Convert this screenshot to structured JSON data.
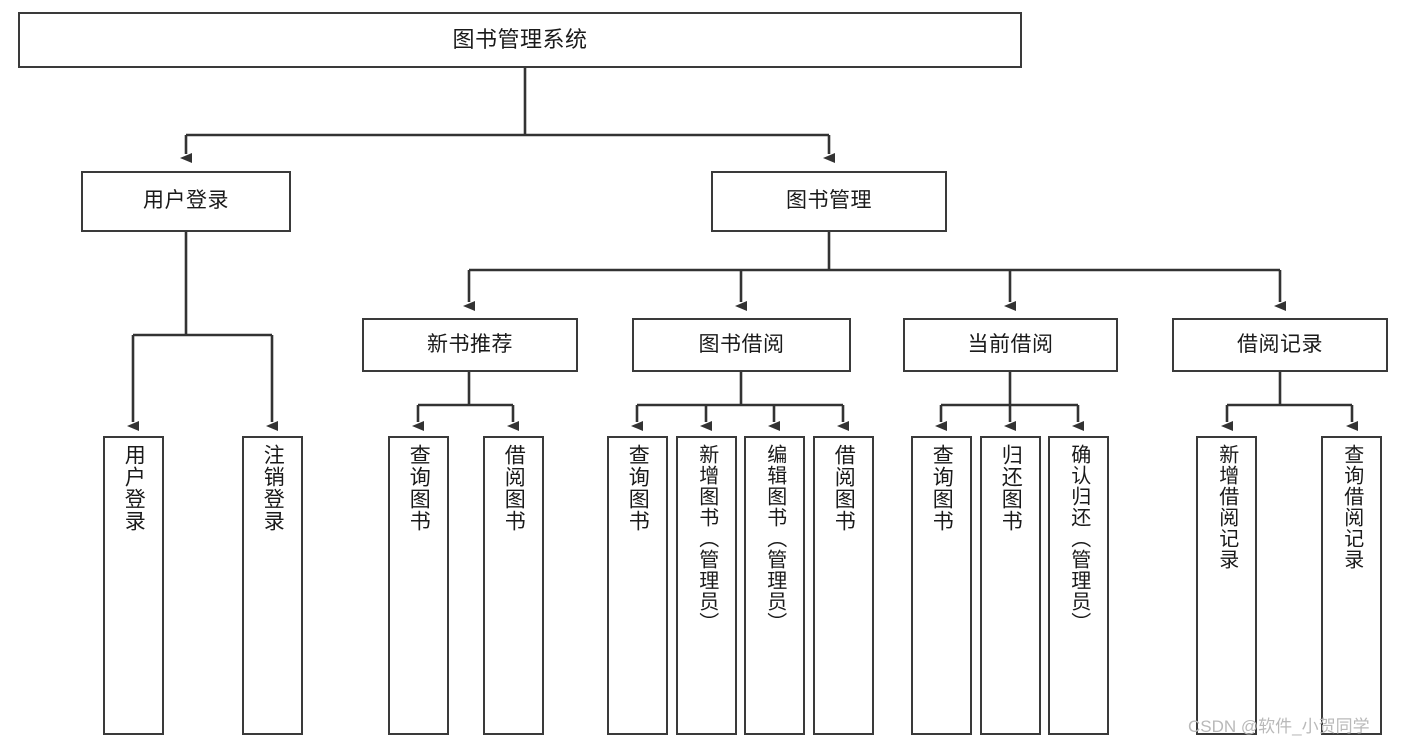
{
  "diagram": {
    "title": "图书管理系统",
    "type": "hierarchy-tree",
    "orientation": "top-down",
    "colors": {
      "border": "#3a3a3a",
      "fill": "#ffffff",
      "text": "#1a1a1a",
      "connector": "#333333",
      "watermark": "#b9b9b9"
    },
    "watermark": "CSDN @软件_小贺同学",
    "root": {
      "label": "图书管理系统"
    },
    "level2": [
      {
        "id": "user-login",
        "label": "用户登录"
      },
      {
        "id": "book-manage",
        "label": "图书管理"
      }
    ],
    "level3": [
      {
        "id": "new-book-recommend",
        "label": "新书推荐",
        "parent": "book-manage"
      },
      {
        "id": "book-borrow",
        "label": "图书借阅",
        "parent": "book-manage"
      },
      {
        "id": "current-borrow",
        "label": "当前借阅",
        "parent": "book-manage"
      },
      {
        "id": "borrow-record",
        "label": "借阅记录",
        "parent": "book-manage"
      }
    ],
    "leaves": [
      {
        "id": "leaf-user-login",
        "label": "用户登录",
        "parent": "user-login"
      },
      {
        "id": "leaf-logout",
        "label": "注销登录",
        "parent": "user-login"
      },
      {
        "id": "leaf-query-book-1",
        "label": "查询图书",
        "parent": "new-book-recommend"
      },
      {
        "id": "leaf-borrow-book-1",
        "label": "借阅图书",
        "parent": "new-book-recommend"
      },
      {
        "id": "leaf-query-book-2",
        "label": "查询图书",
        "parent": "book-borrow"
      },
      {
        "id": "leaf-add-book",
        "label": "新增图书（管理员）",
        "parent": "book-borrow"
      },
      {
        "id": "leaf-edit-book",
        "label": "编辑图书（管理员）",
        "parent": "book-borrow"
      },
      {
        "id": "leaf-borrow-book-2",
        "label": "借阅图书",
        "parent": "book-borrow"
      },
      {
        "id": "leaf-query-book-3",
        "label": "查询图书",
        "parent": "current-borrow"
      },
      {
        "id": "leaf-return-book",
        "label": "归还图书",
        "parent": "current-borrow"
      },
      {
        "id": "leaf-confirm-return",
        "label": "确认归还（管理员）",
        "parent": "current-borrow"
      },
      {
        "id": "leaf-add-record",
        "label": "新增借阅记录",
        "parent": "borrow-record"
      },
      {
        "id": "leaf-query-record",
        "label": "查询借阅记录",
        "parent": "borrow-record"
      }
    ]
  }
}
